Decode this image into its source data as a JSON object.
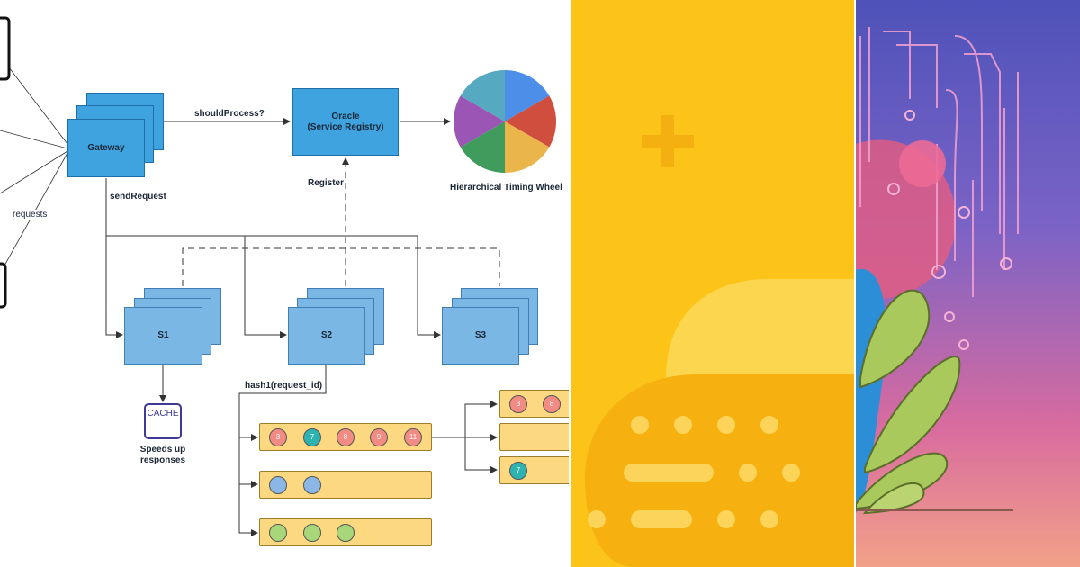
{
  "diagram": {
    "gateway_label": "Gateway",
    "oracle_label_line1": "Oracle",
    "oracle_label_line2": "(Service Registry)",
    "should_process_label": "shouldProcess?",
    "send_request_label": "sendRequest",
    "register_label": "Register",
    "requests_label": "requests",
    "timing_wheel_label": "Hierarchical Timing Wheel",
    "servers": [
      {
        "label": "S1"
      },
      {
        "label": "S2"
      },
      {
        "label": "S3"
      }
    ],
    "hash_label": "hash1(request_id)",
    "cache_label": "CACHE",
    "cache_caption_line1": "Speeds up",
    "cache_caption_line2": "responses",
    "bucket_row1_numbers": [
      "3",
      "7",
      "8",
      "9",
      "11"
    ],
    "sub_bucket1_numbers": [
      "3",
      "8"
    ],
    "sub_bucket3_numbers": [
      "7"
    ],
    "pie_colors": [
      "#4d8fe8",
      "#cf4e3d",
      "#eab54a",
      "#3f9c5c",
      "#9a55b5",
      "#55a9c0"
    ]
  },
  "colors": {
    "accent_blue": "#3ea3de",
    "yellow_panel": "#fcc419",
    "art_gradient_top": "#4e52b9",
    "art_gradient_bottom": "#f2a188"
  },
  "icons": {
    "plus": "plus-icon",
    "dots": "dots-icon"
  }
}
